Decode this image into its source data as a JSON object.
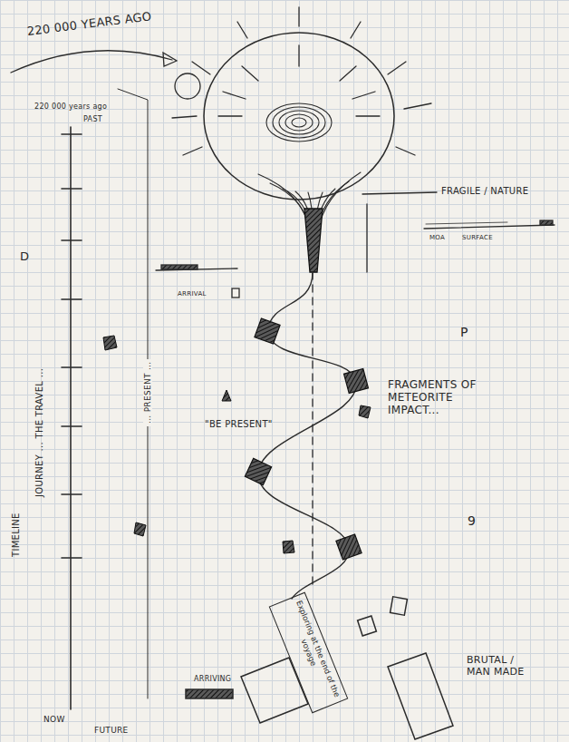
{
  "diagram": {
    "nodes": [
      {
        "text": [
          "Exploring at the end of the voyage"
        ]
      }
    ],
    "labels": [
      "220 000 YEARS AGO",
      "220 000 years ago",
      "PAST",
      "FRAGILE / NATURE",
      "MOA",
      "SURFACE",
      "ARRIVAL",
      "D",
      "P",
      "TIMELINE",
      "JOURNEY ... THE TRAVEL ...",
      "... PRESENT ...",
      "\"BE PRESENT\"",
      "FRAGMENTS OF METEORITE IMPACT...",
      "9",
      "BRUTAL / MAN MADE",
      "ARRIVING",
      "NOW",
      "FUTURE"
    ]
  }
}
